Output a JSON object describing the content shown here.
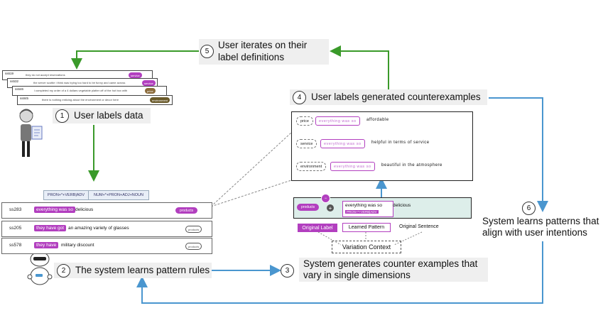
{
  "steps": {
    "s1": {
      "num": "1",
      "label": "User labels data"
    },
    "s2": {
      "num": "2",
      "label": "The system learns pattern rules"
    },
    "s3": {
      "num": "3",
      "label_line1": "System generates counter examples that",
      "label_line2": "vary in single dimensions"
    },
    "s4": {
      "num": "4",
      "label": "User labels generated counterexamples"
    },
    "s5": {
      "num": "5",
      "label_line1": "User iterates on their",
      "label_line2": "label definitions"
    },
    "s6": {
      "num": "6",
      "label_line1": "System learns patterns that",
      "label_line2": "align with user intentions"
    }
  },
  "stacked_cards": [
    {
      "id": "ss619",
      "text": "they do not accept reservations",
      "label": "service"
    },
    {
      "id": "ss532",
      "text": "the server scottie i think was trying too hard to be funny and came across",
      "label": "service"
    },
    {
      "id": "ss646",
      "text": "i completed my order of a 4 dollars vegetable platter off of the hot box with",
      "label": "price"
    },
    {
      "id": "ss845",
      "text": "there is nothing enticing about the environment or decor here",
      "label": "environment"
    }
  ],
  "pattern_chips": [
    "PRON+*+VERB|ADV",
    "NUM+*+PRON+ADJ+NOUN"
  ],
  "table_rows": [
    {
      "id": "ss283",
      "highlight": "everything was so",
      "rest": "delicious",
      "label": "products"
    },
    {
      "id": "ss205",
      "highlight": "they have got",
      "rest": "an amazing variety of glasses",
      "label": "products"
    },
    {
      "id": "ss578",
      "highlight": "they have",
      "rest": "military discount",
      "label": "products"
    }
  ],
  "counterexamples": [
    {
      "tag": "price",
      "pattern": "everything was so",
      "rest": "affordable"
    },
    {
      "tag": "service",
      "pattern": "everything was so",
      "rest": "helpful in terms of service"
    },
    {
      "tag": "environment",
      "pattern": "everything was so",
      "rest": "beautiful in the atmosphere"
    }
  ],
  "original_example": {
    "label": "products",
    "sentence": "everything was so",
    "rest": "delicious",
    "pattern": "PRON+*+VERB|ADV"
  },
  "legend": {
    "original_label": "Original Label",
    "learned_pattern": "Learned Pattern",
    "original_sentence": "Original Sentence",
    "variation_context": "Variation Context"
  },
  "colors": {
    "green": "#3a9a2a",
    "blue": "#4a96cf",
    "purple": "#b23fbf",
    "label_bg": "#efefef",
    "teal_box": "#ddeeea"
  }
}
